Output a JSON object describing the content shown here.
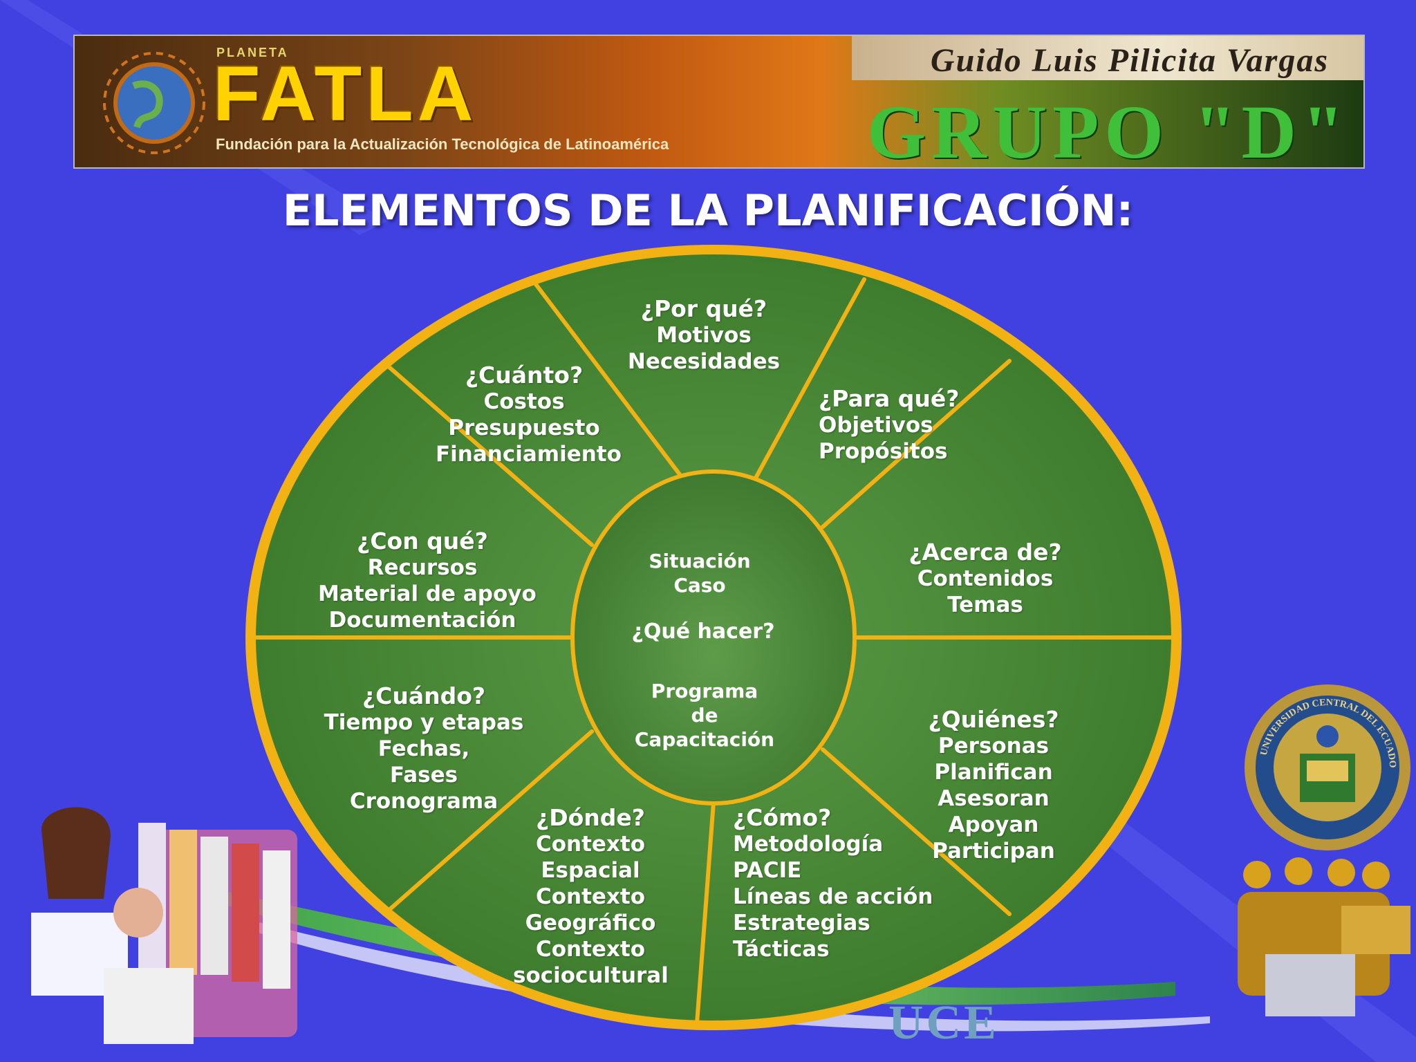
{
  "banner": {
    "planeta": "PLANETA",
    "logo": "FATLA",
    "subtitle": "Fundación para la Actualización Tecnológica de Latinoamérica",
    "author": "Guido Luis Pilicita Vargas",
    "group": "GRUPO \"D\""
  },
  "title": "ELEMENTOS DE LA PLANIFICACIÓN:",
  "center": {
    "line1": "Situación",
    "line2": "Caso",
    "line3": "¿Qué hacer?",
    "line4": "Programa",
    "line5": "de",
    "line6": "Capacitación"
  },
  "segments": {
    "por_que": {
      "q": "¿Por qué?",
      "items": [
        "Motivos",
        "Necesidades"
      ]
    },
    "para_que": {
      "q": "¿Para qué?",
      "items": [
        "Objetivos",
        "Propósitos"
      ]
    },
    "acerca_de": {
      "q": "¿Acerca de?",
      "items": [
        "Contenidos",
        "Temas"
      ]
    },
    "quienes": {
      "q": "¿Quiénes?",
      "items": [
        "Personas",
        "Planifican",
        "Asesoran",
        "Apoyan",
        "Participan"
      ]
    },
    "como": {
      "q": "¿Cómo?",
      "items": [
        "Metodología",
        "PACIE",
        "Líneas de acción",
        "Estrategias",
        "Tácticas"
      ]
    },
    "donde": {
      "q": "¿Dónde?",
      "items": [
        "Contexto",
        "Espacial",
        "Contexto",
        "Geográfico",
        "Contexto",
        "sociocultural"
      ]
    },
    "cuando": {
      "q": "¿Cuándo?",
      "items": [
        "Tiempo y etapas",
        "Fechas,",
        "Fases",
        "Cronograma"
      ]
    },
    "con_que": {
      "q": "¿Con qué?",
      "items": [
        "Recursos",
        "Material de apoyo",
        "Documentación"
      ]
    },
    "cuanto": {
      "q": "¿Cuánto?",
      "items": [
        "Costos",
        "Presupuesto",
        "Financiamiento"
      ]
    }
  },
  "footer": {
    "uce": "UCE",
    "seal_text": "UNIVERSIDAD CENTRAL DEL ECUADOR"
  },
  "colors": {
    "background": "#4140e0",
    "wheel_green": "#3f7f2e",
    "ring_gold": "#f2b214"
  }
}
